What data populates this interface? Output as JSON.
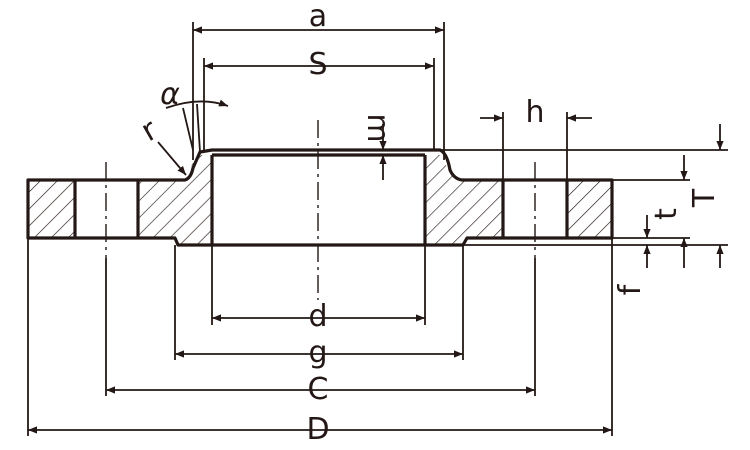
{
  "labels": {
    "a": "a",
    "S": "S",
    "alpha": "α",
    "r": "r",
    "m": "m",
    "h": "h",
    "T": "T",
    "t": "t",
    "f": "f",
    "d": "d",
    "g": "g",
    "C": "C",
    "D": "D"
  },
  "colors": {
    "ink": "#231815",
    "paper": "#ffffff"
  }
}
